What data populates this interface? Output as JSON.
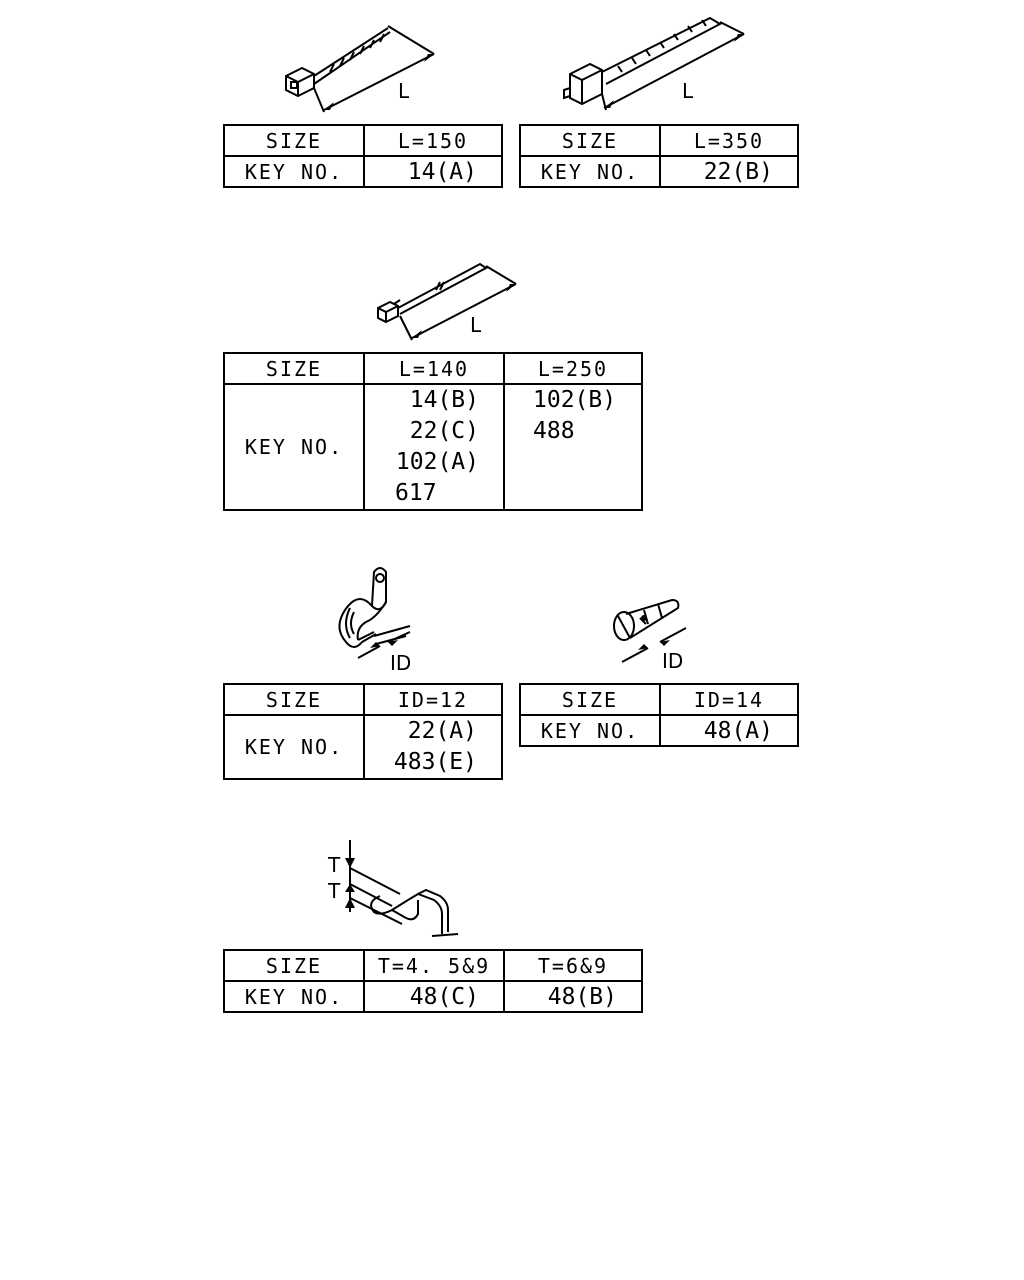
{
  "dim_labels": {
    "length": "L",
    "inner_diameter": "ID",
    "thickness": "T"
  },
  "tables": {
    "t1": {
      "header": [
        "SIZE",
        "L=150"
      ],
      "key_label": "KEY NO.",
      "keys": [
        "14(A)"
      ]
    },
    "t2": {
      "header": [
        "SIZE",
        "L=350"
      ],
      "key_label": "KEY NO.",
      "keys": [
        "22(B)"
      ]
    },
    "t3": {
      "header": [
        "SIZE",
        "L=140",
        "L=250"
      ],
      "key_label": "KEY NO.",
      "col1": [
        "14(B)",
        "22(C)",
        "102(A)",
        "617"
      ],
      "col2": [
        "102(B)",
        "488"
      ]
    },
    "t4": {
      "header": [
        "SIZE",
        "ID=12"
      ],
      "key_label": "KEY NO.",
      "keys": [
        "22(A)",
        "483(E)"
      ]
    },
    "t5": {
      "header": [
        "SIZE",
        "ID=14"
      ],
      "key_label": "KEY NO.",
      "keys": [
        "48(A)"
      ]
    },
    "t6": {
      "header": [
        "SIZE",
        "T=4. 5&9",
        "T=6&9"
      ],
      "key_label": "KEY NO.",
      "keys": [
        "48(C)",
        "48(B)"
      ]
    }
  }
}
